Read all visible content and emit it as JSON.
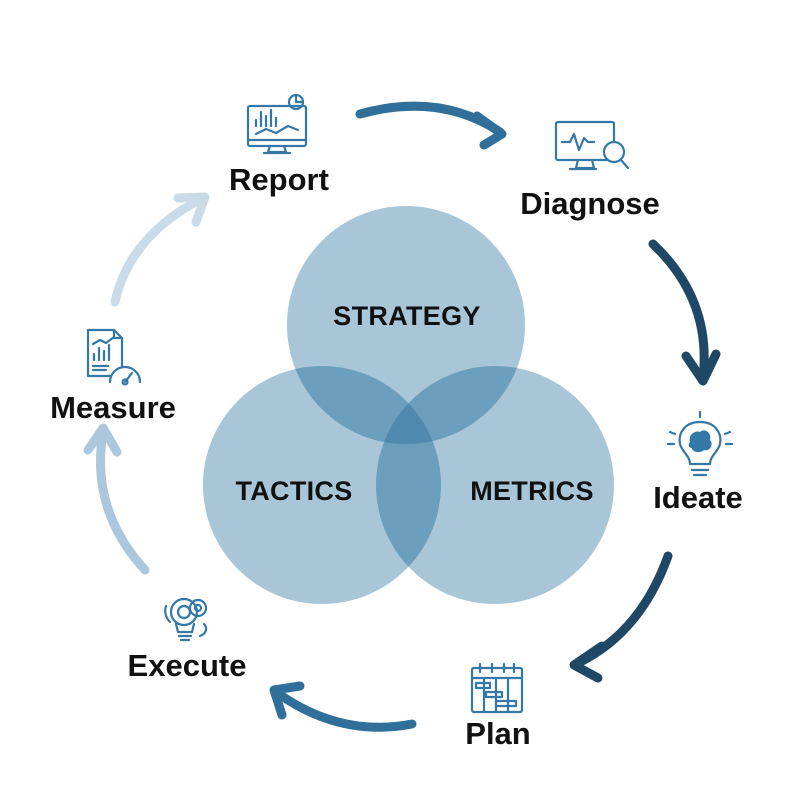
{
  "cycle": {
    "steps": [
      {
        "label": "Report",
        "icon": "monitor-report-icon"
      },
      {
        "label": "Diagnose",
        "icon": "monitor-magnifier-icon"
      },
      {
        "label": "Ideate",
        "icon": "lightbulb-brain-icon"
      },
      {
        "label": "Plan",
        "icon": "gantt-calendar-icon"
      },
      {
        "label": "Execute",
        "icon": "lightbulb-gears-icon"
      },
      {
        "label": "Measure",
        "icon": "report-gauge-icon"
      }
    ]
  },
  "venn": {
    "top": "STRATEGY",
    "left": "TACTICS",
    "right": "METRICS"
  },
  "colors": {
    "circle": "#a9c6d8",
    "overlap": "#6c9fbd",
    "center": "#4f89ad",
    "icon": "#3478a8",
    "arrow_dark": "#1e4866",
    "arrow_mid": "#2f6f99",
    "arrow_light": "#aac7dd",
    "arrow_pale": "#c9dbe8"
  }
}
